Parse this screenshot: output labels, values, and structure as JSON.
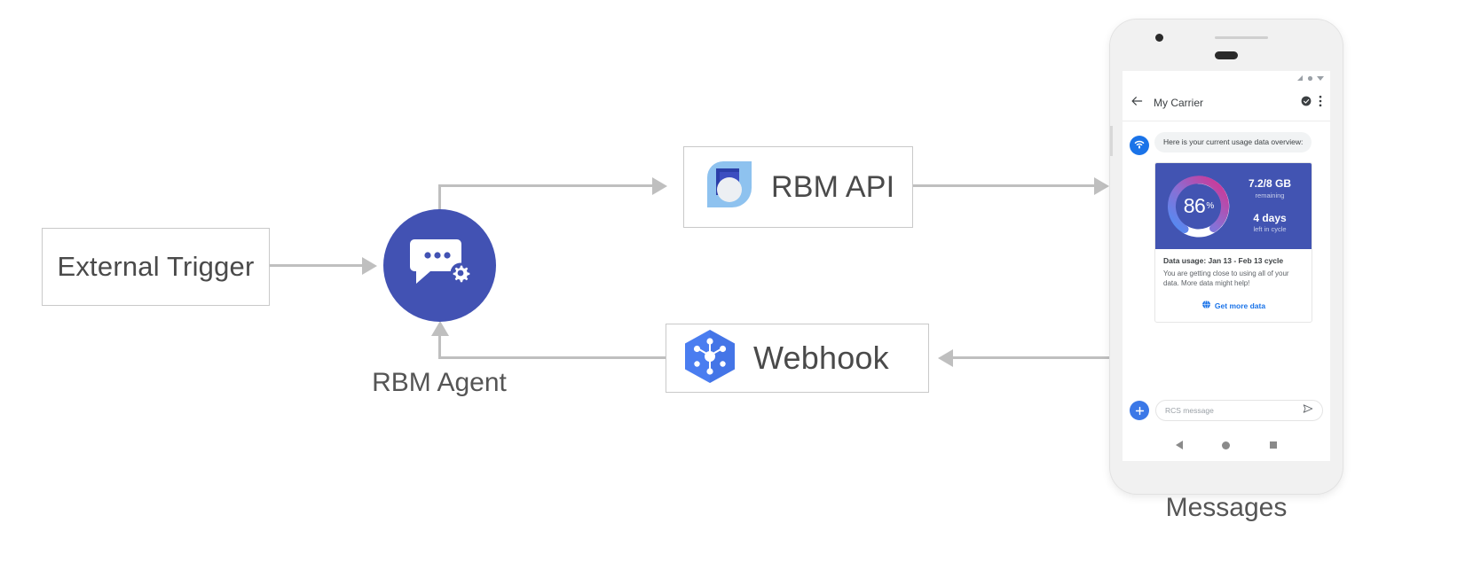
{
  "diagram": {
    "nodes": {
      "external_trigger": {
        "label": "External Trigger"
      },
      "rbm_agent": {
        "label": "RBM Agent",
        "icon": "chat-gear-icon",
        "color": "#4252b3"
      },
      "rbm_api": {
        "label": "RBM API",
        "icon": "rbm-api-logo-icon"
      },
      "webhook": {
        "label": "Webhook",
        "icon": "webhook-hexagon-icon",
        "color": "#4a7df0"
      },
      "messages": {
        "label": "Messages"
      }
    },
    "connector_color": "#bfbfbf"
  },
  "phone": {
    "status_bar": {
      "icons": [
        "signal-icon",
        "wifi-icon",
        "battery-icon"
      ]
    },
    "app_bar": {
      "back_icon": "back-arrow-icon",
      "title": "My Carrier",
      "verified_icon": "verified-shield-icon",
      "overflow_icon": "overflow-menu-icon"
    },
    "conversation": {
      "avatar_icon": "rcs-broadcast-icon",
      "message_text": "Here is your current usage data overview:"
    },
    "rich_card": {
      "usage": {
        "percent": "86",
        "percent_symbol": "%",
        "data_remaining": "7.2/8 GB",
        "data_remaining_sub": "remaining",
        "days_left": "4 days",
        "days_left_sub": "left in cycle",
        "panel_color": "#4254b2",
        "gauge_gradient": [
          "#4f8df5",
          "#8a6fd4",
          "#d6318f"
        ],
        "gauge_track": "#ffffff"
      },
      "title": "Data usage: Jan 13 - Feb 13 cycle",
      "body_line_1": "You are getting close to using all of your data.",
      "body_line_2": "More data might help!",
      "action": {
        "icon": "globe-icon",
        "label": "Get more data",
        "color": "#1a73e8"
      }
    },
    "composer": {
      "plus_icon": "plus-icon",
      "placeholder": "RCS message",
      "send_icon": "send-icon"
    },
    "nav_bar": {
      "back_icon": "nav-back-icon",
      "home_icon": "nav-home-icon",
      "recents_icon": "nav-recents-icon"
    }
  }
}
